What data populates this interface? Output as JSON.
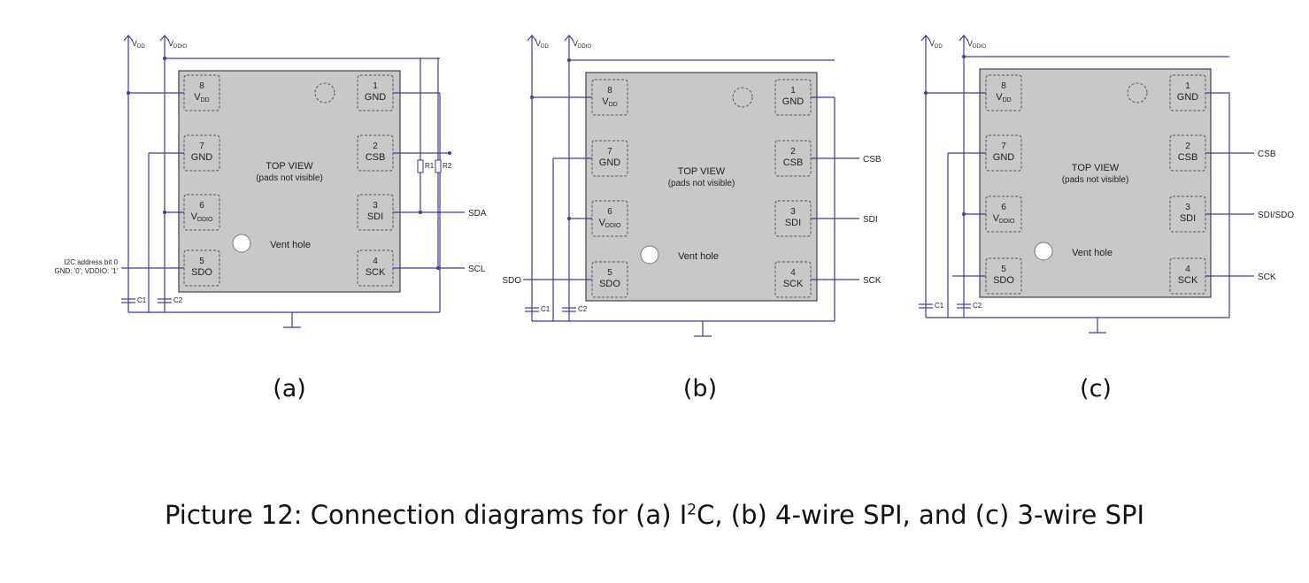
{
  "diagrams": [
    {
      "id": "a",
      "label": "(a)",
      "rails": {
        "vdd": "VDD",
        "vddio": "VDDIO"
      },
      "pads": [
        {
          "num": "8",
          "name": "VDD"
        },
        {
          "num": "7",
          "name": "GND"
        },
        {
          "num": "6",
          "name": "VDDIO"
        },
        {
          "num": "5",
          "name": "SDO"
        },
        {
          "num": "1",
          "name": "GND"
        },
        {
          "num": "2",
          "name": "CSB"
        },
        {
          "num": "3",
          "name": "SDI"
        },
        {
          "num": "4",
          "name": "SCK"
        }
      ],
      "center_text": [
        "TOP VIEW",
        "(pads not visible)"
      ],
      "vent_label": "Vent hole",
      "capacitors": [
        "C1",
        "C2"
      ],
      "resistors": [
        "R1",
        "R2"
      ],
      "signals": {
        "csb": "",
        "sdi": "SDA",
        "sck": "SCL",
        "sdo": ""
      },
      "address_note": [
        "I2C address bit 0",
        "GND: '0'; VDDIO: '1'"
      ]
    },
    {
      "id": "b",
      "label": "(b)",
      "rails": {
        "vdd": "VDD",
        "vddio": "VDDIO"
      },
      "pads": [
        {
          "num": "8",
          "name": "VDD"
        },
        {
          "num": "7",
          "name": "GND"
        },
        {
          "num": "6",
          "name": "VDDIO"
        },
        {
          "num": "5",
          "name": "SDO"
        },
        {
          "num": "1",
          "name": "GND"
        },
        {
          "num": "2",
          "name": "CSB"
        },
        {
          "num": "3",
          "name": "SDI"
        },
        {
          "num": "4",
          "name": "SCK"
        }
      ],
      "center_text": [
        "TOP VIEW",
        "(pads not visible)"
      ],
      "vent_label": "Vent hole",
      "capacitors": [
        "C1",
        "C2"
      ],
      "resistors": [],
      "signals": {
        "csb": "CSB",
        "sdi": "SDI",
        "sck": "SCK",
        "sdo": "SDO"
      },
      "address_note": []
    },
    {
      "id": "c",
      "label": "(c)",
      "rails": {
        "vdd": "VDD",
        "vddio": "VDDIO"
      },
      "pads": [
        {
          "num": "8",
          "name": "VDD"
        },
        {
          "num": "7",
          "name": "GND"
        },
        {
          "num": "6",
          "name": "VDDIO"
        },
        {
          "num": "5",
          "name": "SDO"
        },
        {
          "num": "1",
          "name": "GND"
        },
        {
          "num": "2",
          "name": "CSB"
        },
        {
          "num": "3",
          "name": "SDI"
        },
        {
          "num": "4",
          "name": "SCK"
        }
      ],
      "center_text": [
        "TOP VIEW",
        "(pads not visible)"
      ],
      "vent_label": "Vent hole",
      "capacitors": [
        "C1",
        "C2"
      ],
      "resistors": [],
      "signals": {
        "csb": "CSB",
        "sdi": "SDI/SDO",
        "sck": "SCK",
        "sdo": ""
      },
      "address_note": []
    }
  ],
  "caption": {
    "prefix": "Picture 12: Connection diagrams for (a) I",
    "sup": "2",
    "suffix": "C, (b) 4-wire SPI, and (c) 3-wire SPI"
  },
  "colors": {
    "chip": "#c8c8c8",
    "wire": "#3a3aa8",
    "pad_border": "#555555",
    "text": "#222222"
  }
}
